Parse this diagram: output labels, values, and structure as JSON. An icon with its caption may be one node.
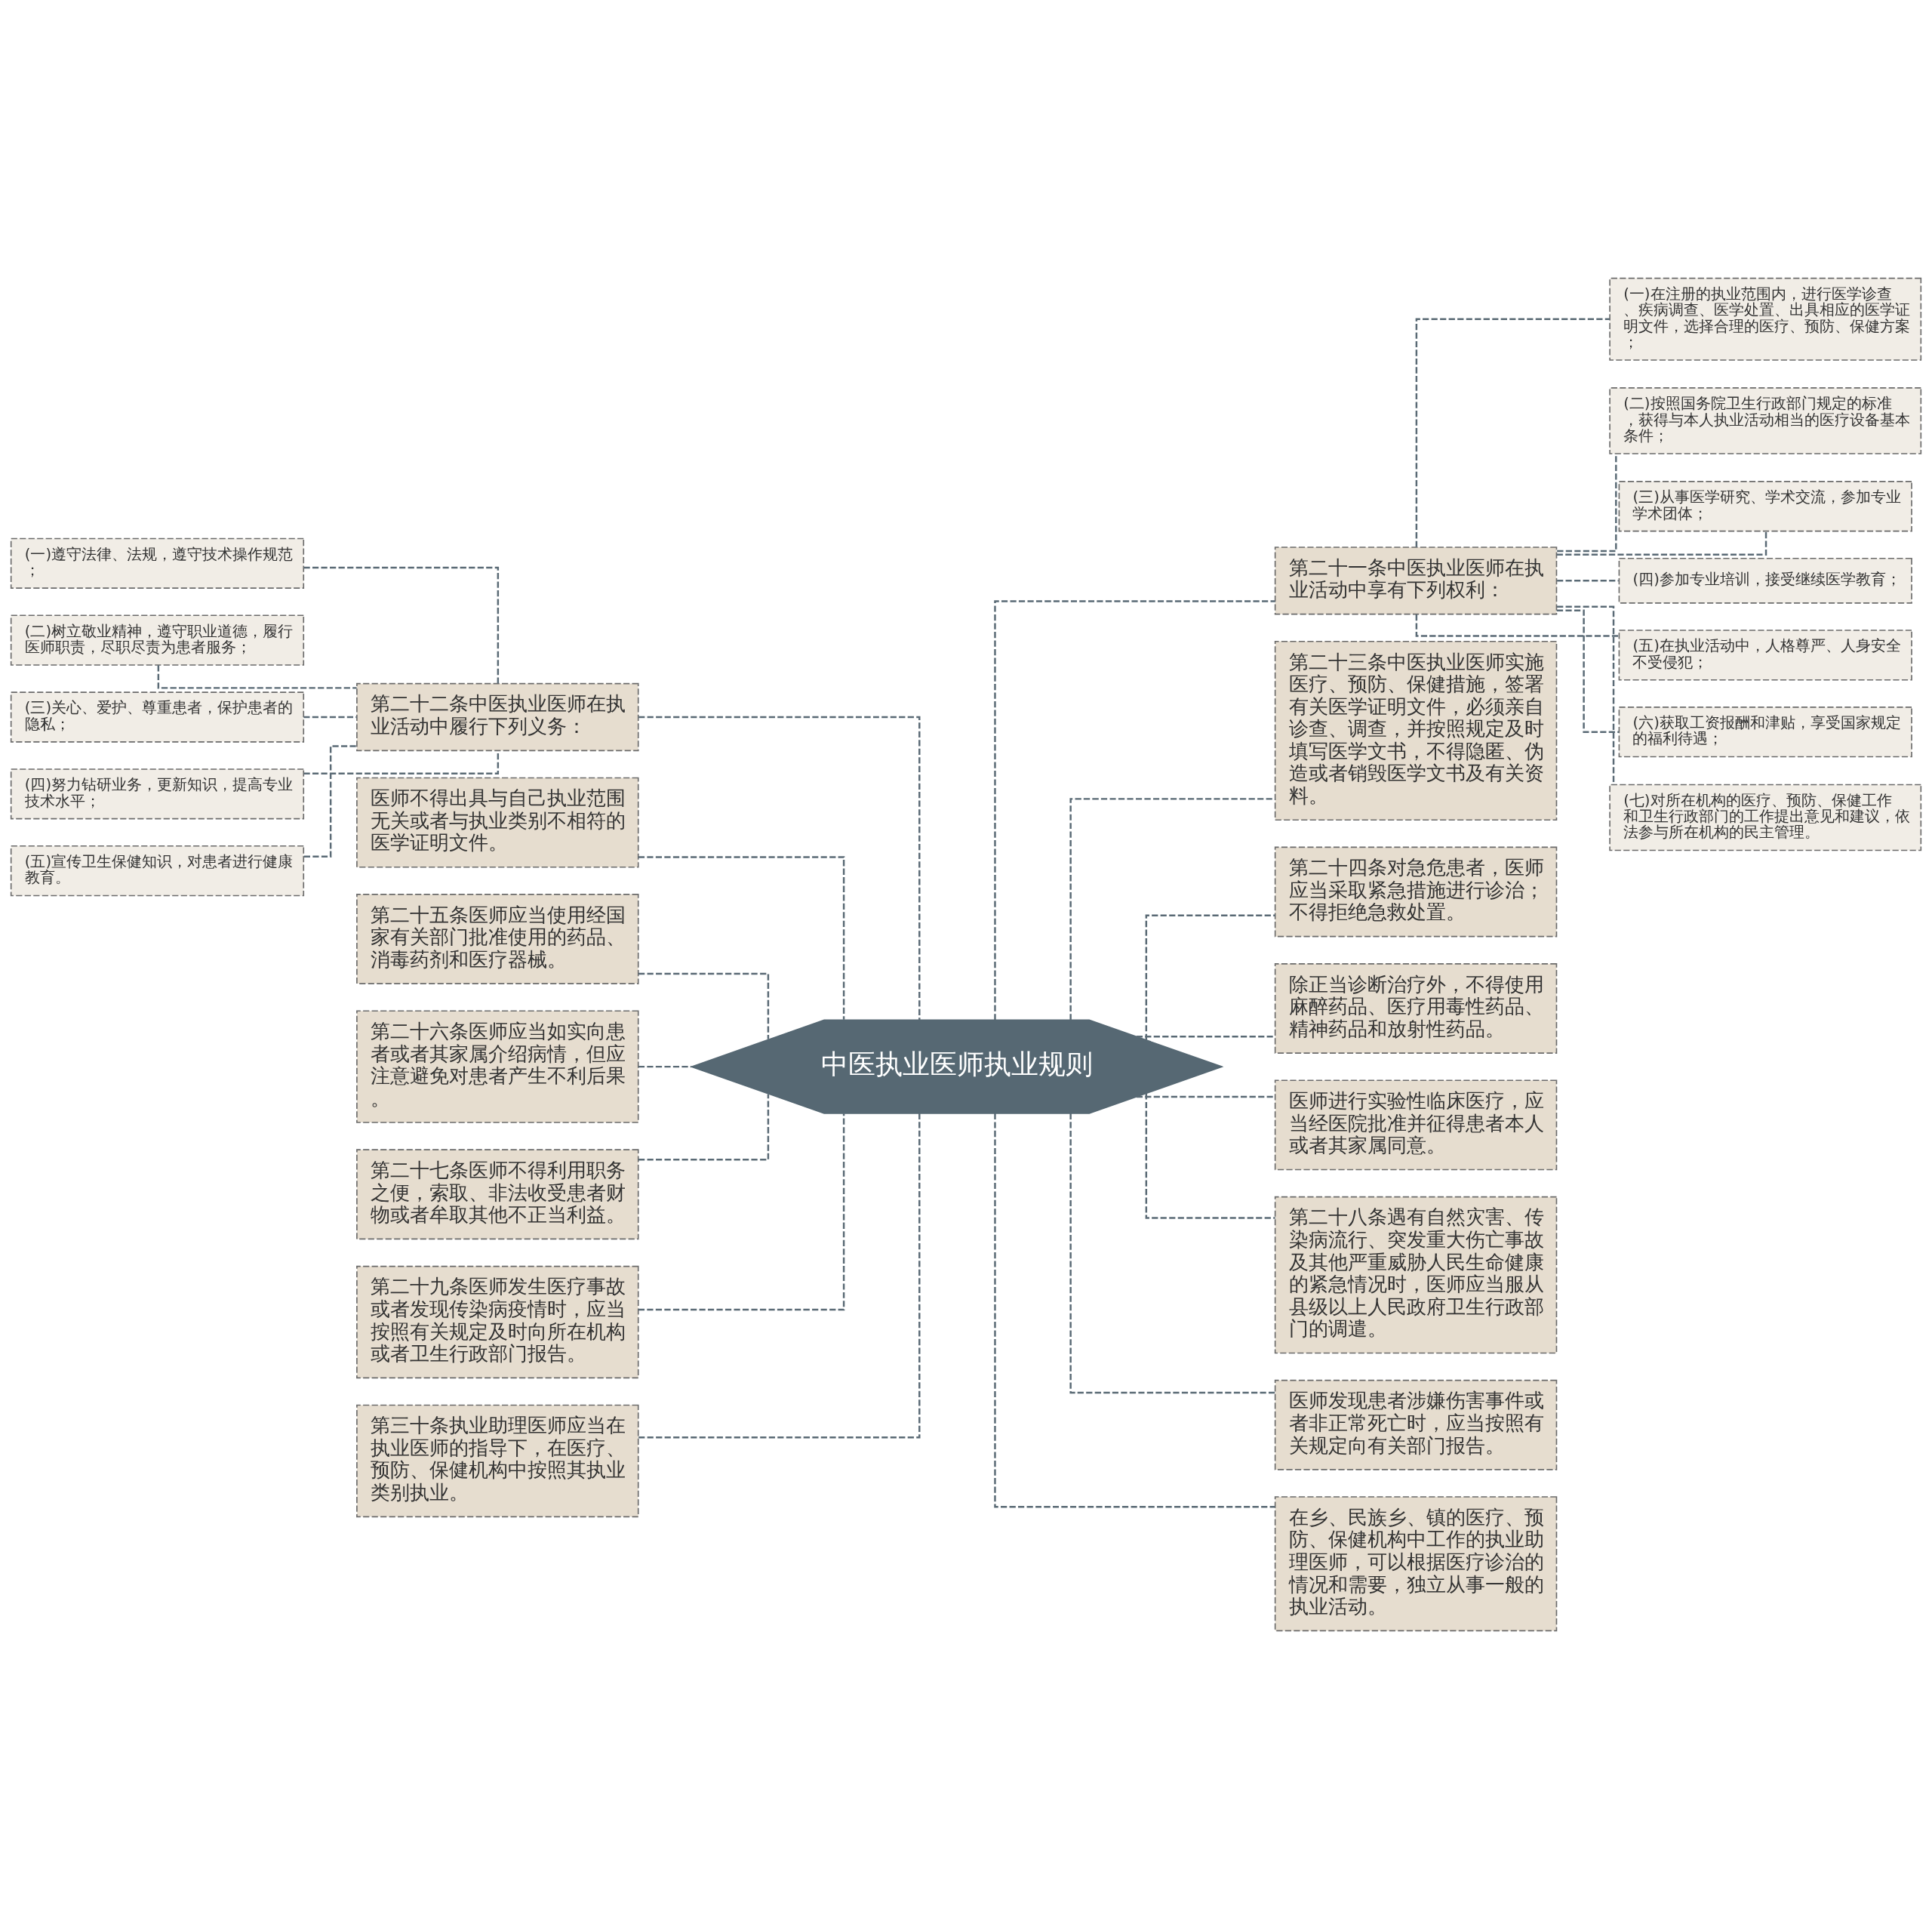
{
  "diagram": {
    "nodes": [
      {
        "text": [
          "中医执业医师执业规则"
        ]
      },
      {
        "text": [
          "第二十二条中医执业医师在执业活动中履行下列义务："
        ]
      },
      {
        "text": [
          "(一)遵守法律、法规，遵守技术操作规范；"
        ]
      },
      {
        "text": [
          "(二)树立敬业精神，遵守职业道德，履行医师职责，尽职尽责为患者服务；"
        ]
      },
      {
        "text": [
          "(三)关心、爱护、尊重患者，保护患者的隐私；"
        ]
      },
      {
        "text": [
          "(四)努力钻研业务，更新知识，提高专业技术水平；"
        ]
      },
      {
        "text": [
          "(五)宣传卫生保健知识，对患者进行健康教育。"
        ]
      },
      {
        "text": [
          "医师不得出具与自己执业范围无关或者与执业类别不相符的医学证明文件。"
        ]
      },
      {
        "text": [
          "第二十五条医师应当使用经国家有关部门批准使用的药品、消毒药剂和医疗器械。"
        ]
      },
      {
        "text": [
          "第二十六条医师应当如实向患者或者其家属介绍病情，但应注意避免对患者产生不利后果。"
        ]
      },
      {
        "text": [
          "第二十七条医师不得利用职务之便，索取、非法收受患者财物或者牟取其他不正当利益。"
        ]
      },
      {
        "text": [
          "第二十九条医师发生医疗事故或者发现传染病疫情时，应当按照有关规定及时向所在机构或者卫生行政部门报告。"
        ]
      },
      {
        "text": [
          "第三十条执业助理医师应当在执业医师的指导下，在医疗、预防、保健机构中按照其执业类别执业。"
        ]
      },
      {
        "text": [
          "第二十一条中医执业医师在执业活动中享有下列权利："
        ]
      },
      {
        "text": [
          "(一)在注册的执业范围内，进行医学诊查、疾病调查、医学处置、出具相应的医学证明文件，选择合理的医疗、预防、保健方案；"
        ]
      },
      {
        "text": [
          "(二)按照国务院卫生行政部门规定的标准，获得与本人执业活动相当的医疗设备基本条件；"
        ]
      },
      {
        "text": [
          "(三)从事医学研究、学术交流，参加专业学术团体；"
        ]
      },
      {
        "text": [
          "(四)参加专业培训，接受继续医学教育；"
        ]
      },
      {
        "text": [
          "(五)在执业活动中，人格尊严、人身安全不受侵犯；"
        ]
      },
      {
        "text": [
          "(六)获取工资报酬和津贴，享受国家规定的福利待遇；"
        ]
      },
      {
        "text": [
          "(七)对所在机构的医疗、预防、保健工作和卫生行政部门的工作提出意见和建议，依法参与所在机构的民主管理。"
        ]
      },
      {
        "text": [
          "第二十三条中医执业医师实施医疗、预防、保健措施，签署有关医学证明文件，必须亲自诊查、调查，并按照规定及时填写医学文书，不得隐匿、伪造或者销毁医学文书及有关资料。"
        ]
      },
      {
        "text": [
          "第二十四条对急危患者，医师应当采取紧急措施进行诊治；不得拒绝急救处置。"
        ]
      },
      {
        "text": [
          "除正当诊断治疗外，不得使用麻醉药品、医疗用毒性药品、精神药品和放射性药品。"
        ]
      },
      {
        "text": [
          "医师进行实验性临床医疗，应当经医院批准并征得患者本人或者其家属同意。"
        ]
      },
      {
        "text": [
          "第二十八条遇有自然灾害、传染病流行、突发重大伤亡事故及其他严重威胁人民生命健康的紧急情况时，医师应当服从县级以上人民政府卫生行政部门的调遣。"
        ]
      },
      {
        "text": [
          "医师发现患者涉嫌伤害事件或者非正常死亡时，应当按照有关规定向有关部门报告。"
        ]
      },
      {
        "text": [
          "在乡、民族乡、镇的医疗、预防、保健机构中工作的执业助理医师，可以根据医疗诊治的情况和需要，独立从事一般的执业活动。"
        ]
      }
    ],
    "edges": [
      {
        "from": 0,
        "to": 1,
        "arrow": "none",
        "style": "dashed"
      },
      {
        "from": 1,
        "to": 2,
        "arrow": "none",
        "style": "dashed"
      },
      {
        "from": 1,
        "to": 3,
        "arrow": "none",
        "style": "dashed"
      },
      {
        "from": 1,
        "to": 4,
        "arrow": "none",
        "style": "dashed"
      },
      {
        "from": 1,
        "to": 5,
        "arrow": "none",
        "style": "dashed"
      },
      {
        "from": 1,
        "to": 6,
        "arrow": "none",
        "style": "dashed"
      },
      {
        "from": 0,
        "to": 7,
        "arrow": "none",
        "style": "dashed"
      },
      {
        "from": 0,
        "to": 8,
        "arrow": "none",
        "style": "dashed"
      },
      {
        "from": 0,
        "to": 9,
        "arrow": "none",
        "style": "dashed"
      },
      {
        "from": 0,
        "to": 10,
        "arrow": "none",
        "style": "dashed"
      },
      {
        "from": 0,
        "to": 11,
        "arrow": "none",
        "style": "dashed"
      },
      {
        "from": 0,
        "to": 12,
        "arrow": "none",
        "style": "dashed"
      },
      {
        "from": 0,
        "to": 13,
        "arrow": "none",
        "style": "dashed"
      },
      {
        "from": 13,
        "to": 14,
        "arrow": "none",
        "style": "dashed"
      },
      {
        "from": 13,
        "to": 15,
        "arrow": "none",
        "style": "dashed"
      },
      {
        "from": 13,
        "to": 16,
        "arrow": "none",
        "style": "dashed"
      },
      {
        "from": 13,
        "to": 17,
        "arrow": "none",
        "style": "dashed"
      },
      {
        "from": 13,
        "to": 18,
        "arrow": "none",
        "style": "dashed"
      },
      {
        "from": 13,
        "to": 19,
        "arrow": "none",
        "style": "dashed"
      },
      {
        "from": 13,
        "to": 20,
        "arrow": "none",
        "style": "dashed"
      },
      {
        "from": 0,
        "to": 21,
        "arrow": "none",
        "style": "dashed"
      },
      {
        "from": 0,
        "to": 22,
        "arrow": "none",
        "style": "dashed"
      },
      {
        "from": 0,
        "to": 23,
        "arrow": "none",
        "style": "dashed"
      },
      {
        "from": 0,
        "to": 24,
        "arrow": "none",
        "style": "dashed"
      },
      {
        "from": 0,
        "to": 25,
        "arrow": "none",
        "style": "dashed"
      },
      {
        "from": 0,
        "to": 26,
        "arrow": "none",
        "style": "dashed"
      },
      {
        "from": 0,
        "to": 27,
        "arrow": "none",
        "style": "dashed"
      }
    ]
  }
}
